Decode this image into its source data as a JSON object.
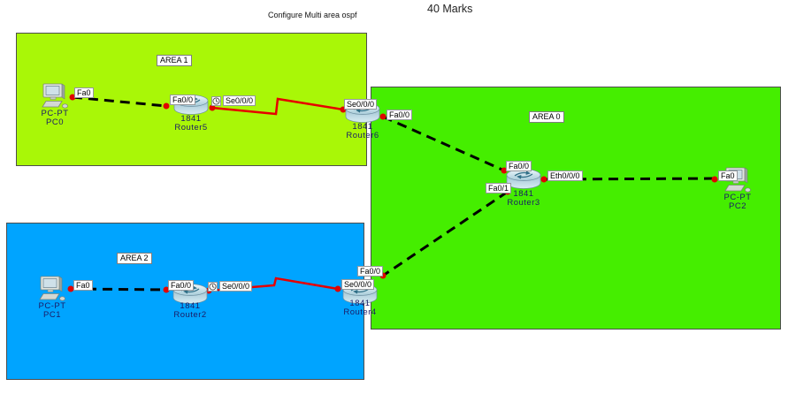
{
  "header": {
    "title": "Configure Multi area ospf",
    "marks": "40 Marks"
  },
  "areas": [
    {
      "label": "AREA 1"
    },
    {
      "label": "AREA 0"
    },
    {
      "label": "AREA 2"
    }
  ],
  "devices": [
    {
      "type": "pc",
      "model": "PC-PT",
      "name": "PC0"
    },
    {
      "type": "router",
      "model": "1841",
      "name": "Router5"
    },
    {
      "type": "router",
      "model": "1841",
      "name": "Router6"
    },
    {
      "type": "router",
      "model": "1841",
      "name": "Router3"
    },
    {
      "type": "pc",
      "model": "PC-PT",
      "name": "PC2"
    },
    {
      "type": "pc",
      "model": "PC-PT",
      "name": "PC1"
    },
    {
      "type": "router",
      "model": "1841",
      "name": "Router2"
    },
    {
      "type": "router",
      "model": "1841",
      "name": "Router4"
    }
  ],
  "ports": [
    {
      "text": "Fa0"
    },
    {
      "text": "Fa0/0"
    },
    {
      "text": "Se0/0/0",
      "clock": true
    },
    {
      "text": "Se0/0/0"
    },
    {
      "text": "Fa0/0"
    },
    {
      "text": "Fa0/0"
    },
    {
      "text": "Eth0/0/0"
    },
    {
      "text": "Fa0/1"
    },
    {
      "text": "Fa0"
    },
    {
      "text": "Fa0/0"
    },
    {
      "text": "Se0/0/0"
    },
    {
      "text": "Fa0/0"
    },
    {
      "text": "Se0/0/0",
      "clock": true
    },
    {
      "text": "Fa0"
    }
  ],
  "links": [
    {
      "from": "PC0 Fa0",
      "to": "Router5 Fa0/0",
      "kind": "ethernet-straight"
    },
    {
      "from": "Router5 Se0/0/0",
      "to": "Router6 Se0/0/0",
      "kind": "serial-dce"
    },
    {
      "from": "Router6 Fa0/0",
      "to": "Router3 Fa0/0",
      "kind": "ethernet-straight"
    },
    {
      "from": "Router3 Eth0/0/0",
      "to": "PC2 Fa0",
      "kind": "ethernet-straight"
    },
    {
      "from": "Router3 Fa0/1",
      "to": "Router4 Fa0/0",
      "kind": "ethernet-straight"
    },
    {
      "from": "PC1 Fa0",
      "to": "Router2 Fa0/0",
      "kind": "ethernet-straight"
    },
    {
      "from": "Router2 Se0/0/0",
      "to": "Router4 Se0/0/0",
      "kind": "serial-dce"
    }
  ],
  "colors": {
    "area1_fill": "#A9F707",
    "area0_fill": "#45EE00",
    "area2_fill": "#00A4FF",
    "ethernet_link": "#000000",
    "serial_link": "#E60000",
    "port_status_dot": "#E00400",
    "device_label_text": "#1B1B66"
  }
}
